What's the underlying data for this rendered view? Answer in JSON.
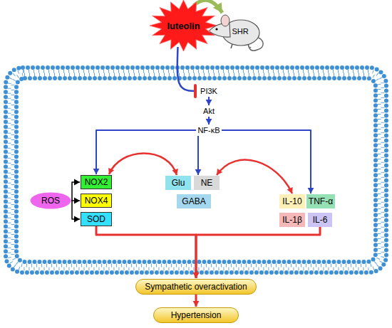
{
  "diagram": {
    "nodes": [
      {
        "text": [
          "luteolin"
        ]
      },
      {
        "text": [
          "SHR"
        ]
      },
      {
        "text": [
          "PI3K"
        ]
      },
      {
        "text": [
          "Akt"
        ]
      },
      {
        "text": [
          "NF-κB"
        ]
      },
      {
        "text": [
          "NOX2"
        ]
      },
      {
        "text": [
          "Glu"
        ]
      },
      {
        "text": [
          "NE"
        ]
      },
      {
        "text": [
          "IL-10"
        ]
      },
      {
        "text": [
          "TNF-α"
        ]
      },
      {
        "text": [
          "ROS"
        ]
      },
      {
        "text": [
          "NOX4"
        ]
      },
      {
        "text": [
          "GABA"
        ]
      },
      {
        "text": [
          "IL-1β"
        ]
      },
      {
        "text": [
          "IL-6"
        ]
      },
      {
        "text": [
          "SOD"
        ]
      },
      {
        "text": [
          "Sympathetic overactivation"
        ]
      },
      {
        "text": [
          "Hypertension"
        ]
      }
    ],
    "edges": [
      {
        "from": 0,
        "to": 1,
        "arrow": "to"
      },
      {
        "from": 0,
        "to": 2,
        "arrow": "to"
      },
      {
        "from": 2,
        "to": 3,
        "arrow": "to"
      },
      {
        "from": 3,
        "to": 4,
        "arrow": "to"
      },
      {
        "from": 4,
        "to": 5,
        "arrow": "to"
      },
      {
        "from": 4,
        "to": 7,
        "arrow": "to"
      },
      {
        "from": 4,
        "to": 9,
        "arrow": "to"
      },
      {
        "from": 5,
        "to": 6,
        "arrow": "both"
      },
      {
        "from": 7,
        "to": 8,
        "arrow": "both"
      },
      {
        "from": 10,
        "to": 5,
        "arrow": "to"
      },
      {
        "from": 10,
        "to": 11,
        "arrow": "to"
      },
      {
        "from": 10,
        "to": 15,
        "arrow": "to"
      },
      {
        "from": 15,
        "to": 16,
        "arrow": "to"
      },
      {
        "from": 14,
        "to": 16,
        "arrow": "to"
      },
      {
        "from": 16,
        "to": 17,
        "arrow": "to"
      }
    ]
  }
}
